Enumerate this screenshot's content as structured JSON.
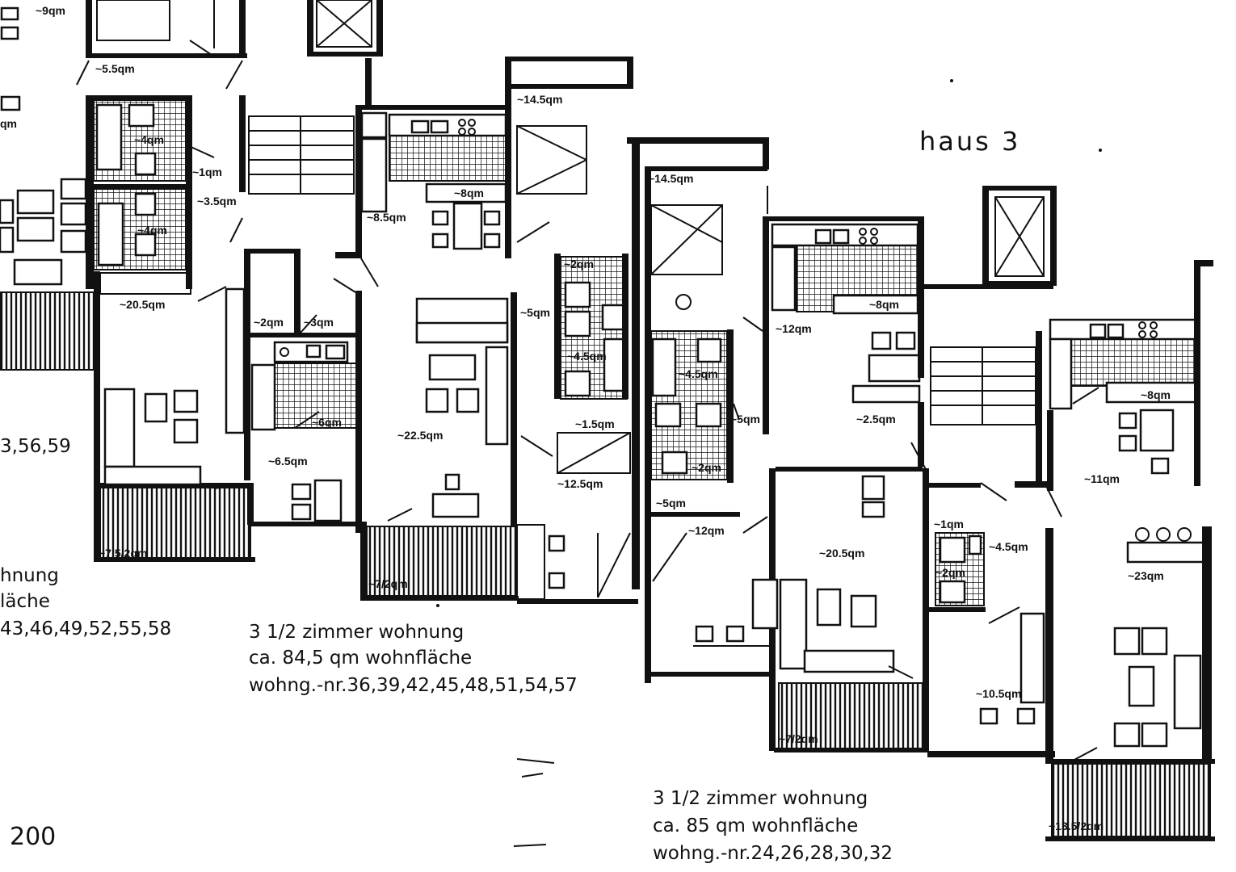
{
  "header": {
    "title": "haus 3"
  },
  "page_number": "200",
  "room_labels": {
    "r1": "~9qm",
    "r2": "~5.5qm",
    "r3": "qm",
    "r4": "~4qm",
    "r5": "~1qm",
    "r6": "~3.5qm",
    "r7": "~4qm",
    "r8": "~20.5qm",
    "r9": "~2qm",
    "r10": "~3qm",
    "r11": "~6qm",
    "r12": "~6.5qm",
    "r13": "~7.5/2qm",
    "r14": "~14.5qm",
    "r15": "~8qm",
    "r16": "~8.5qm",
    "r17": "~5qm",
    "r18": "~22.5qm",
    "r19": "~7/2qm",
    "r20": "~2qm",
    "r21": "~4.5qm",
    "r22": "~1.5qm",
    "r23": "~12.5qm",
    "r24": "~14.5qm",
    "r25": "~4.5qm",
    "r26": "~5qm",
    "r27": "~2qm",
    "r28": "~5qm",
    "r29": "~12qm",
    "r30": "~12qm",
    "r31": "~8qm",
    "r32": "~2.5qm",
    "r33": "~20.5qm",
    "r34": "~7/2qm",
    "r35": "~1qm",
    "r36": "~4.5qm",
    "r37": "~2qm",
    "r38": "~10.5qm",
    "r39": "~8qm",
    "r40": "~11qm",
    "r41": "~23qm",
    "r42": "~13.5/2qm"
  },
  "captions": {
    "left": {
      "line1": "hnung",
      "line2": "läche",
      "line3": "43,46,49,52,55,58",
      "partial_numbers": "3,56,59"
    },
    "middle": {
      "line1": "3 1/2 zimmer wohnung",
      "line2": "ca. 84,5 qm wohnfläche",
      "line3": "wohng.-nr.36,39,42,45,48,51,54,57"
    },
    "right": {
      "line1": "3 1/2 zimmer wohnung",
      "line2": "ca. 85 qm wohnfläche",
      "line3": "wohng.-nr.24,26,28,30,32"
    }
  }
}
